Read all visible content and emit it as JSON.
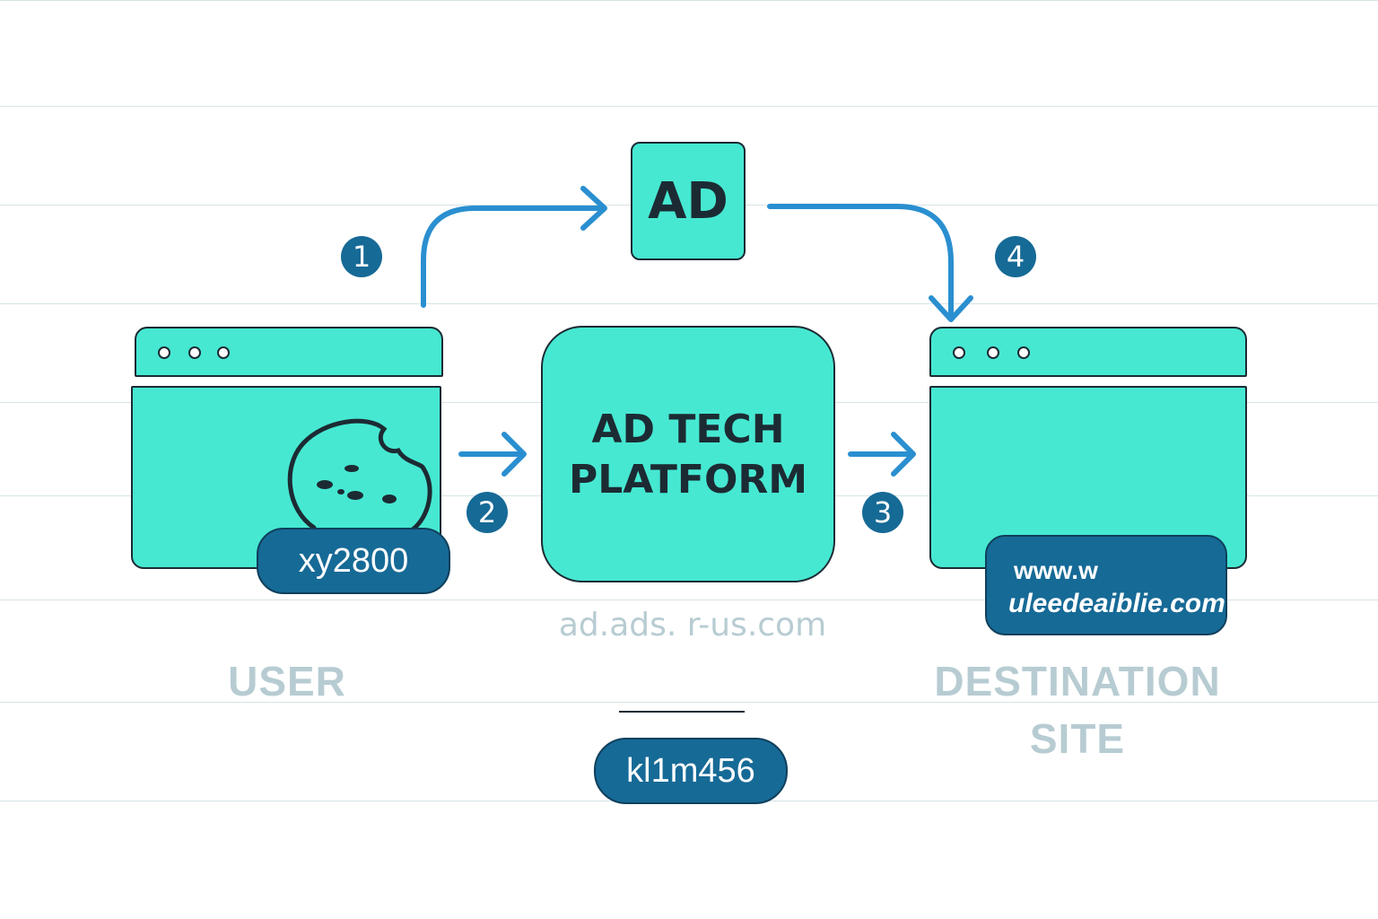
{
  "steps": [
    "1",
    "2",
    "3",
    "4"
  ],
  "ad_box": {
    "label": "AD"
  },
  "platform": {
    "line1": "AD TECH",
    "line2": "PLATFORM",
    "domain": "ad.ads. r-us.com"
  },
  "user": {
    "label": "USER",
    "cookie_id": "xy2800"
  },
  "destination": {
    "label_line1": "DESTINATION",
    "label_line2": "SITE",
    "url_line1": "www.w",
    "url_line2": "uleedeaiblie.com"
  },
  "platform_id": "kl1m456",
  "colors": {
    "accent": "#46e8d2",
    "pill": "#166a96",
    "arrow": "#2a8fd0",
    "outline": "#1c2b33",
    "muted_text": "#b7ccd2"
  },
  "icons": [
    "cookie-icon"
  ]
}
